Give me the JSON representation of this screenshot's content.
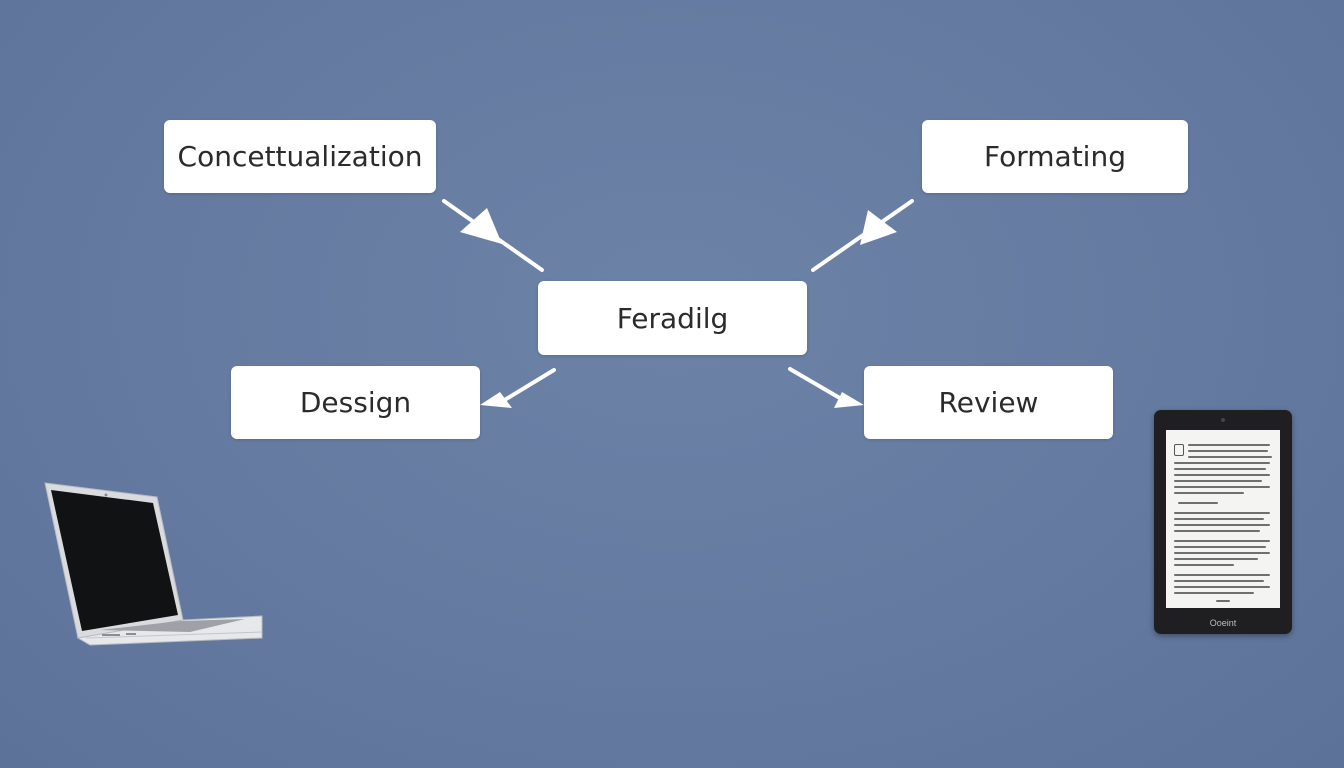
{
  "nodes": {
    "conceptualization": "Concettualization",
    "formatting": "Formating",
    "center": "Feradilg",
    "design": "Dessign",
    "review": "Review"
  },
  "devices": {
    "laptop_icon": "laptop-icon",
    "ereader_icon": "ereader-icon",
    "ereader_brand": "Ooeint"
  },
  "colors": {
    "background": "#647aa0",
    "node_fill": "#ffffff",
    "node_text": "#2b2b2b",
    "arrow": "#ffffff"
  }
}
